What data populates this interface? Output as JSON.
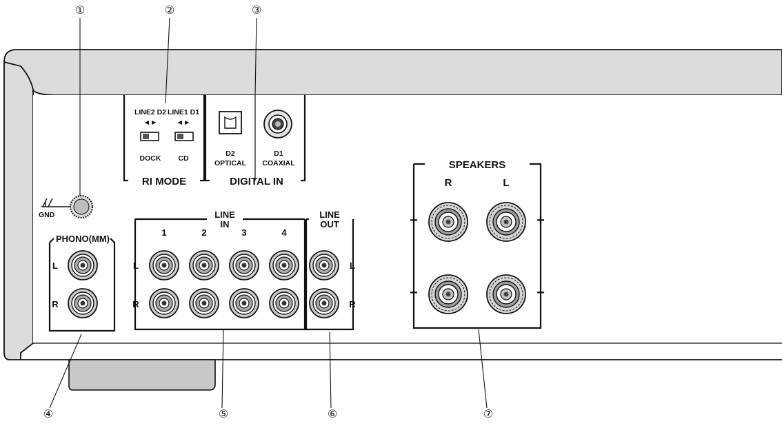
{
  "callouts": [
    "①",
    "②",
    "③",
    "④",
    "⑤",
    "⑥",
    "⑦"
  ],
  "gnd": {
    "label": "GND"
  },
  "ri_mode": {
    "title": "RI MODE",
    "switch_left": {
      "top": "LINE2 D2",
      "bottom": "DOCK"
    },
    "switch_right": {
      "top": "LINE1 D1",
      "bottom": "CD"
    }
  },
  "digital_in": {
    "title": "DIGITAL IN",
    "optical": {
      "line1": "D2",
      "line2": "OPTICAL"
    },
    "coaxial": {
      "line1": "D1",
      "line2": "COAXIAL"
    }
  },
  "phono": {
    "title": "PHONO(MM)",
    "left": "L",
    "right": "R"
  },
  "line_in": {
    "title_line1": "LINE",
    "title_line2": "IN",
    "channels": [
      "1",
      "2",
      "3",
      "4"
    ],
    "left": "L",
    "right": "R"
  },
  "line_out": {
    "title_line1": "LINE",
    "title_line2": "OUT",
    "left": "L",
    "right": "R"
  },
  "speakers": {
    "title": "SPEAKERS",
    "right": "R",
    "left": "L",
    "plus": "+",
    "minus": "−"
  },
  "colors": {
    "panel": "#dcdcdc",
    "foot": "#c8c8c8",
    "outline": "#111111"
  }
}
